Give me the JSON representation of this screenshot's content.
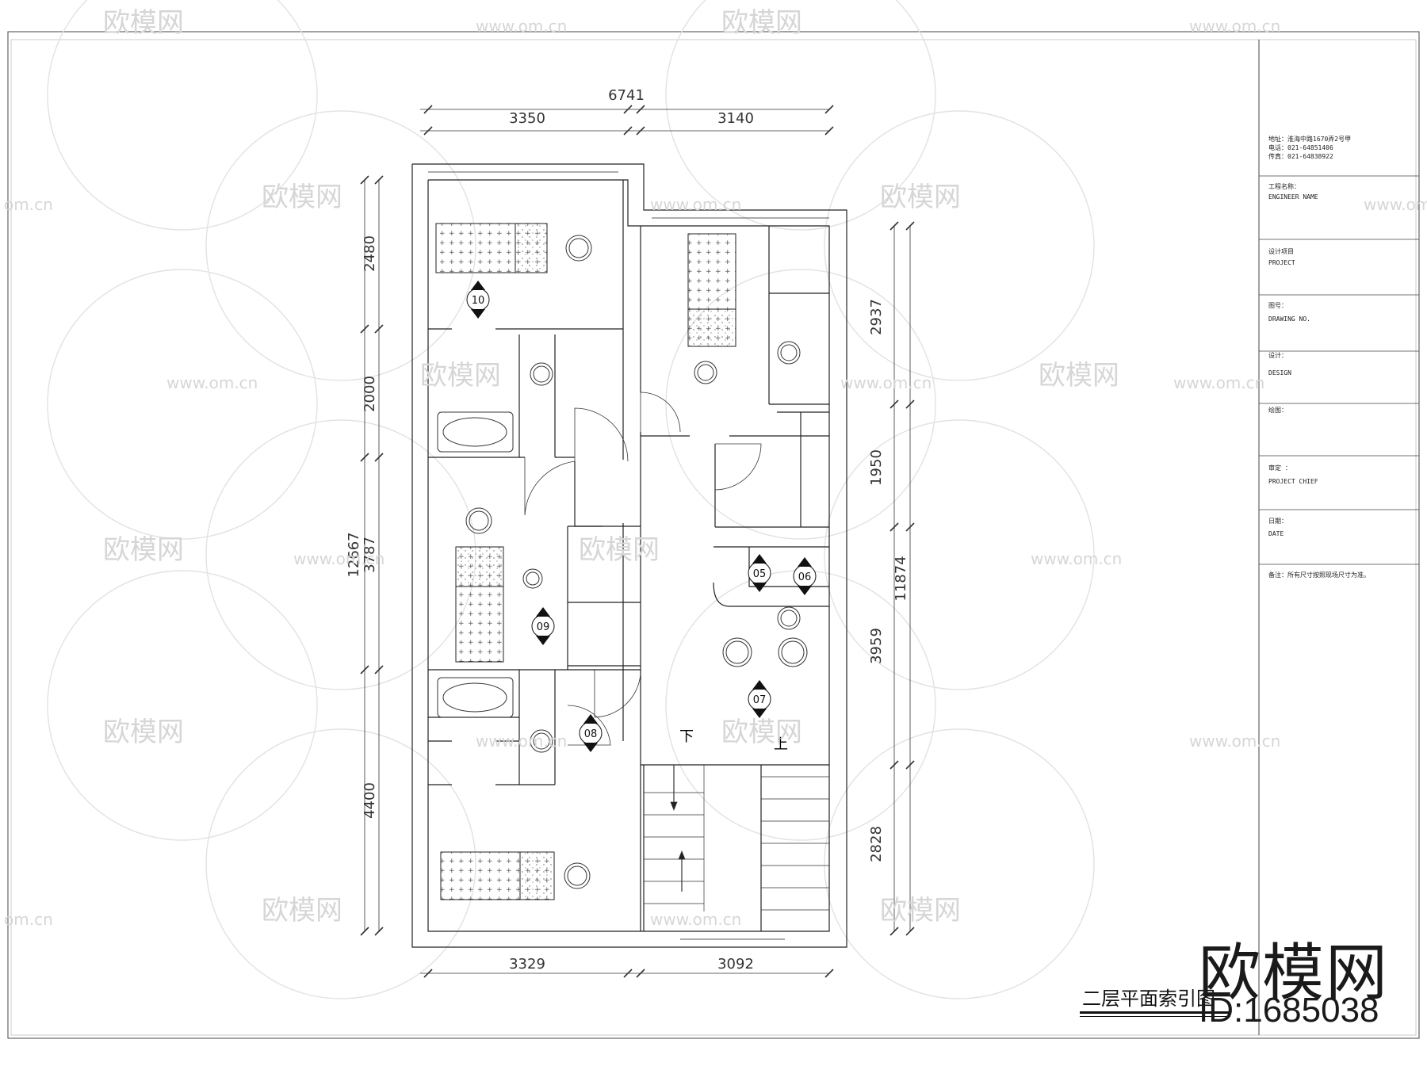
{
  "drawing": {
    "title": "二层平面索引图",
    "stair_down": "下",
    "stair_up": "上"
  },
  "dimensions": {
    "top_total": "6741",
    "top_left": "3350",
    "top_right": "3140",
    "bottom_left": "3329",
    "bottom_right": "3092",
    "left_total": "12667",
    "left_1": "2480",
    "left_2": "2000",
    "left_3": "3787",
    "left_4": "4400",
    "right_total": "11874",
    "right_1": "2937",
    "right_2": "1950",
    "right_3": "3959",
    "right_4": "2828"
  },
  "index_markers": [
    "10",
    "09",
    "08",
    "07",
    "05",
    "06"
  ],
  "title_block": {
    "address_line1": "地址：淮海中路1670弄2号甲",
    "address_line2": "电话：021-64851406",
    "address_line3": "传真：021-64838922",
    "project_name_cn": "工程名称：",
    "project_name_en": "ENGINEER NAME",
    "project_cn": "设计项目",
    "project_en": "PROJECT",
    "drawing_no_cn": "图号：",
    "drawing_no_en": "DRAWING NO.",
    "design_cn": "设计：",
    "design_en": "DESIGN",
    "drawn_cn": "绘图：",
    "chief_cn": "审定  ：",
    "chief_en": "PROJECT CHIEF",
    "date_cn": "日期：",
    "date_en": "DATE",
    "note": "备注：所有尺寸按照现场尺寸为准。"
  },
  "watermark": {
    "brand": "欧模网",
    "url": "www.om.cn",
    "url_short": "om.cn",
    "id": "ID:1685038"
  }
}
